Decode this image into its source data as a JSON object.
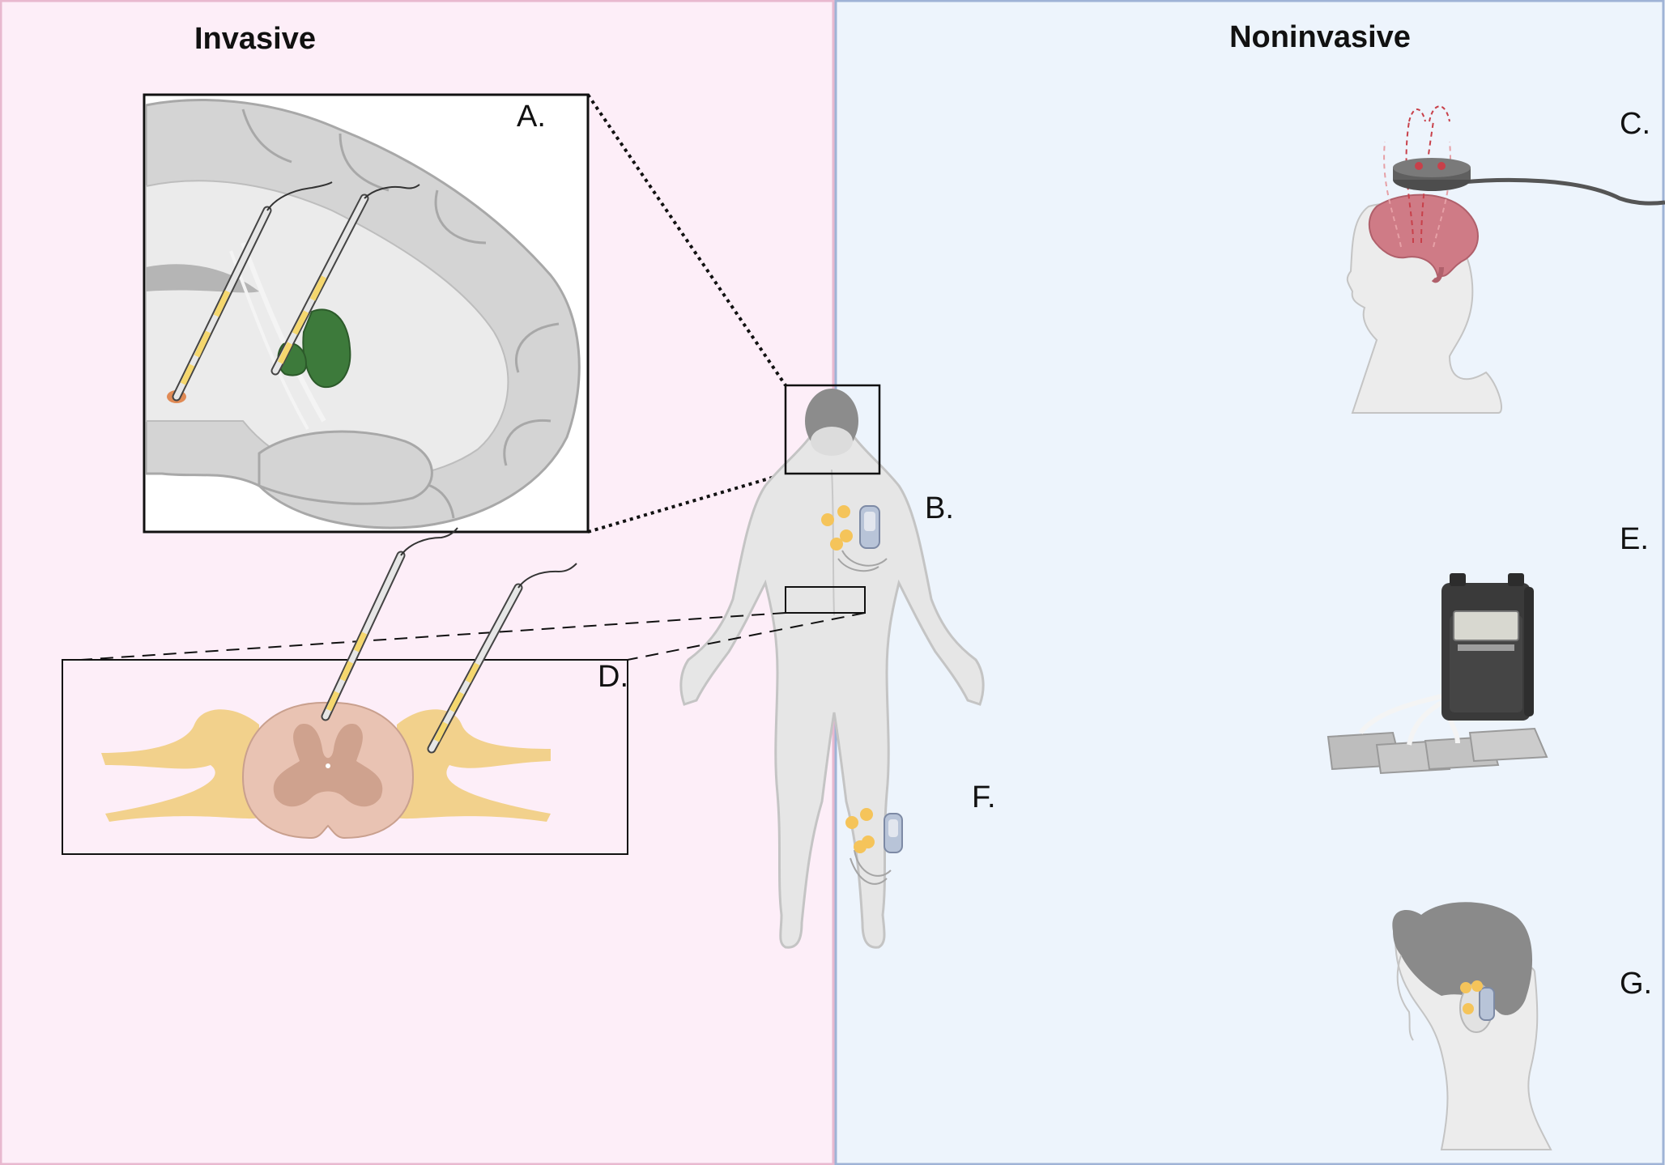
{
  "headings": {
    "invasive": "Invasive",
    "noninvasive": "Noninvasive"
  },
  "labels": {
    "a": "A.",
    "b": "B.",
    "c": "C.",
    "d": "D.",
    "e": "E.",
    "f": "F.",
    "g": "G."
  },
  "colors": {
    "invasive_panel": "#fdeef8",
    "noninvasive_panel": "#edf4fc",
    "invasive_border": "#e8b8cf",
    "noninvasive_border": "#9fb3d6",
    "electrode_contact": "#f5d76e",
    "lead_body": "#e6e6e6",
    "basal_ganglia": "#3d7a3b",
    "nerve_root": "#f2d18c",
    "spinal_cord": "#e9c3b3",
    "brain_tms": "#cf7b86",
    "device_dark": "#3a3a3a"
  }
}
